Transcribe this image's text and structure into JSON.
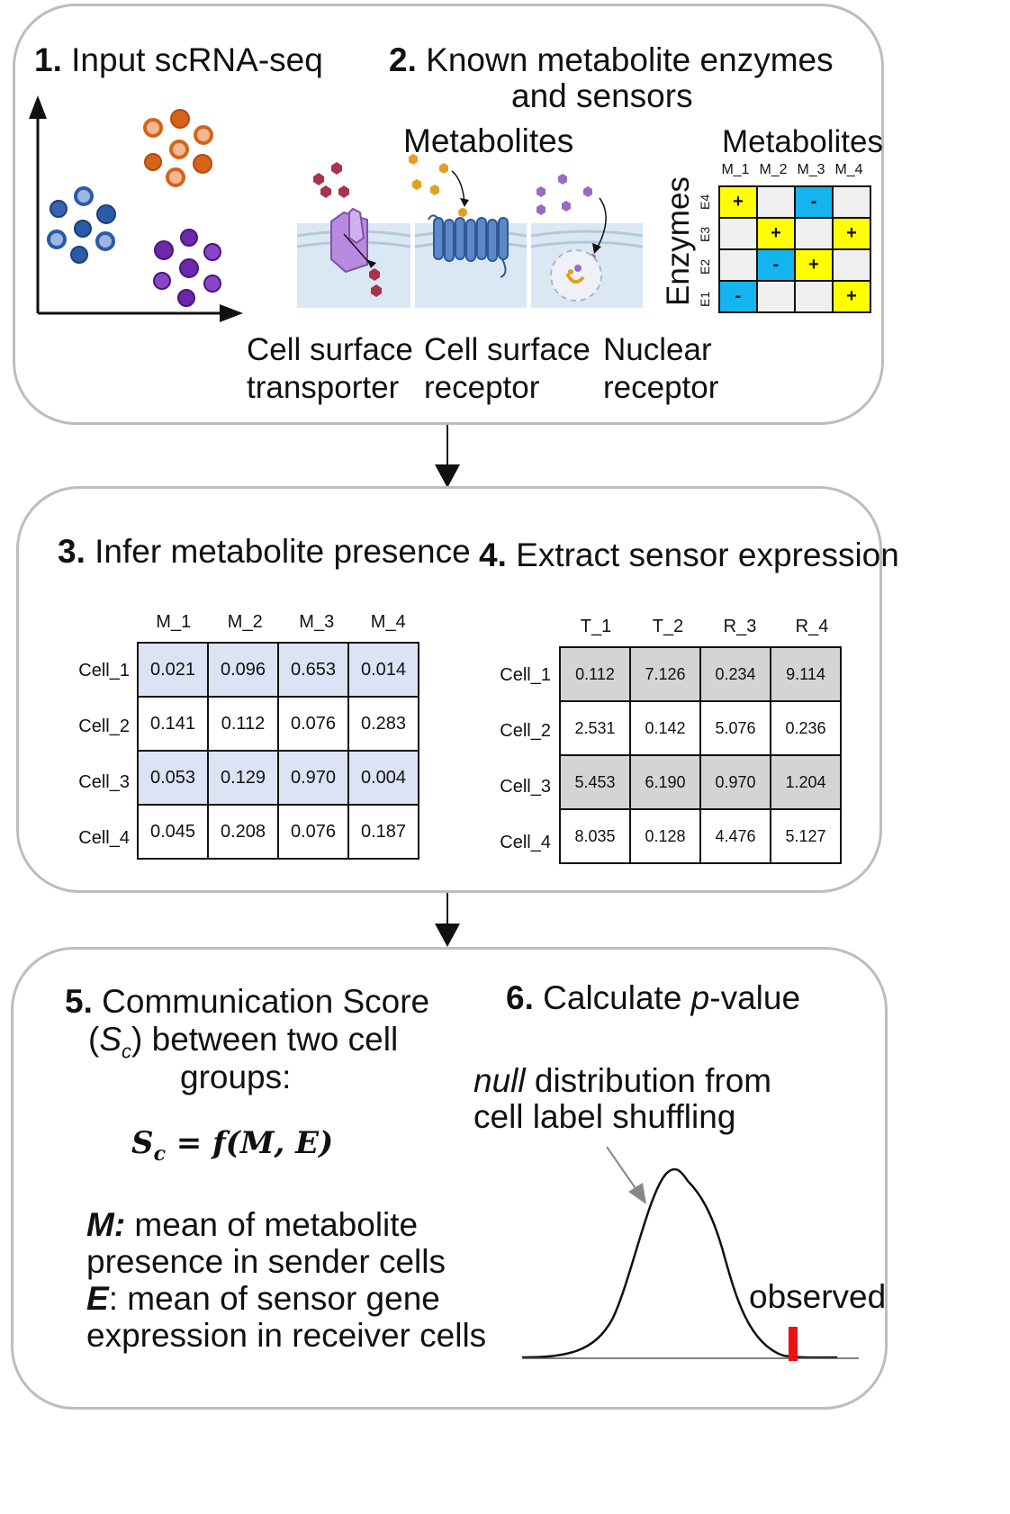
{
  "panel1": {
    "step1_num": "1.",
    "step1_text": "Input scRNA-seq",
    "step2_num": "2.",
    "step2_line1": "Known metabolite enzymes",
    "step2_line2": "and sensors",
    "metabolites_label": "Metabolites",
    "sensor_labels": [
      {
        "line1": "Cell surface",
        "line2": "transporter"
      },
      {
        "line1": "Cell surface",
        "line2": "receptor"
      },
      {
        "line1": "Nuclear",
        "line2": "receptor"
      }
    ],
    "matrix": {
      "title": "Metabolites",
      "row_axis": "Enzymes",
      "columns": [
        "M_1",
        "M_2",
        "M_3",
        "M_4"
      ],
      "rows": [
        "E4",
        "E3",
        "E2",
        "E1"
      ],
      "cells": [
        [
          "+",
          "",
          "-",
          ""
        ],
        [
          "",
          "+",
          "",
          "+"
        ],
        [
          "",
          "-",
          "+",
          ""
        ],
        [
          "-",
          "",
          "",
          "+"
        ]
      ],
      "colors": {
        "+": "#ffff00",
        "-": "#14b4ee",
        "": "#f0f0f0"
      }
    },
    "cluster_colors": {
      "blue": "#2a5aa8",
      "orange": "#d5631a",
      "purple": "#6b28a8"
    }
  },
  "panel2": {
    "step3_num": "3.",
    "step3_text": "Infer metabolite presence",
    "step4_num": "4.",
    "step4_text": "Extract sensor expression",
    "table3": {
      "columns": [
        "M_1",
        "M_2",
        "M_3",
        "M_4"
      ],
      "rows": [
        "Cell_1",
        "Cell_2",
        "Cell_3",
        "Cell_4"
      ],
      "values": [
        [
          "0.021",
          "0.096",
          "0.653",
          "0.014"
        ],
        [
          "0.141",
          "0.112",
          "0.076",
          "0.283"
        ],
        [
          "0.053",
          "0.129",
          "0.970",
          "0.004"
        ],
        [
          "0.045",
          "0.208",
          "0.076",
          "0.187"
        ]
      ],
      "highlight_color": "#dbe3f4"
    },
    "table4": {
      "columns": [
        "T_1",
        "T_2",
        "R_3",
        "R_4"
      ],
      "rows": [
        "Cell_1",
        "Cell_2",
        "Cell_3",
        "Cell_4"
      ],
      "values": [
        [
          "0.112",
          "7.126",
          "0.234",
          "9.114"
        ],
        [
          "2.531",
          "0.142",
          "5.076",
          "0.236"
        ],
        [
          "5.453",
          "6.190",
          "0.970",
          "1.204"
        ],
        [
          "8.035",
          "0.128",
          "4.476",
          "5.127"
        ]
      ],
      "highlight_color": "#d4d4d4"
    }
  },
  "panel3": {
    "step5_num": "5.",
    "step5_line1": "Communication Score",
    "step5_line2a": "(",
    "step5_line2_s": "S",
    "step5_line2_c": "c",
    "step5_line2b": ") between two cell",
    "step5_line3": "groups:",
    "formula_s": "S",
    "formula_c": "c",
    "formula_rest": " = f(M, E)",
    "m_key": "M:",
    "m_text": " mean of metabolite",
    "m_line2": "presence in sender cells",
    "e_key": "E",
    "e_text": ": mean of sensor gene",
    "e_line2": "expression in receiver cells",
    "step6_num": "6.",
    "step6_text": "Calculate ",
    "step6_p": "p",
    "step6_rest": "-value",
    "null_word": "null",
    "null_rest": " distribution from",
    "null_line2": "cell label shuffling",
    "observed": "observed",
    "observed_color": "#ee1111"
  }
}
